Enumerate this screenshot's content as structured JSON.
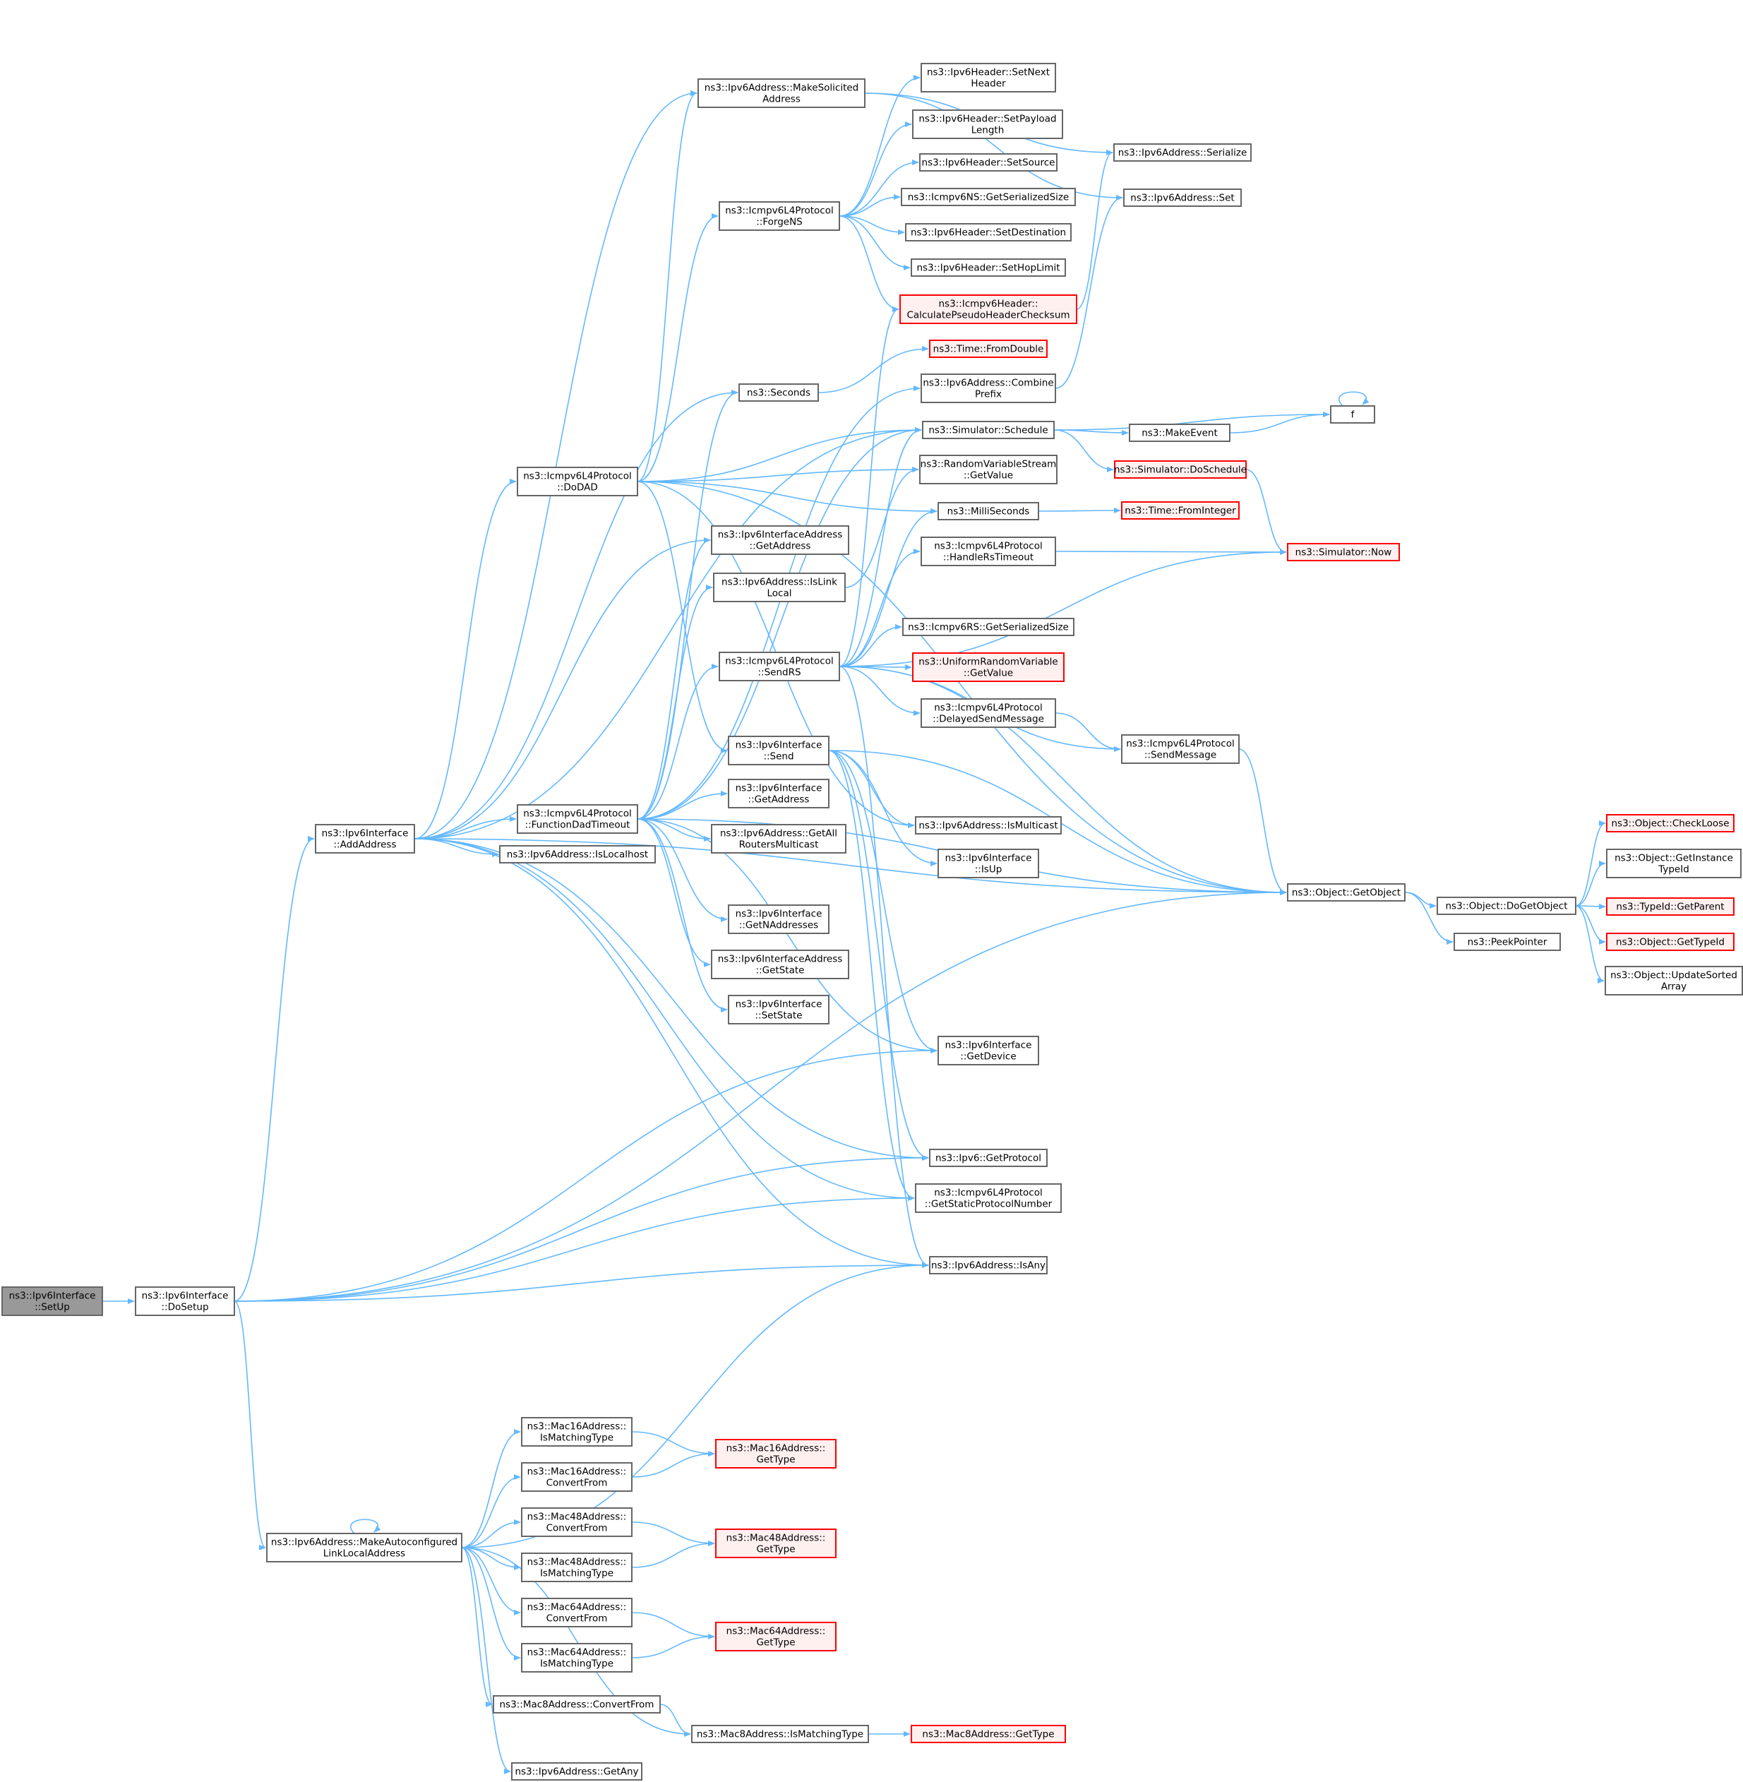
{
  "colors": {
    "edge": "#63b8ff",
    "box_stroke": "#666666",
    "box_fill": "#ffffff",
    "root_fill": "#999999",
    "root_stroke": "#666666",
    "red_stroke": "#ff0000",
    "red_fill": "#fff0f0"
  },
  "nodes": [
    {
      "id": "setup",
      "kind": "root",
      "lines": [
        "ns3::Ipv6Interface",
        "::SetUp"
      ]
    },
    {
      "id": "dosetup",
      "kind": "normal",
      "lines": [
        "ns3::Ipv6Interface",
        "::DoSetup"
      ]
    },
    {
      "id": "addaddress",
      "kind": "normal",
      "lines": [
        "ns3::Ipv6Interface",
        "::AddAddress"
      ]
    },
    {
      "id": "makeautoll",
      "kind": "normal",
      "lines": [
        "ns3::Ipv6Address::MakeAutoconfigured",
        "LinkLocalAddress"
      ]
    },
    {
      "id": "makesolicited",
      "kind": "normal",
      "lines": [
        "ns3::Ipv6Address::MakeSolicited",
        "Address"
      ]
    },
    {
      "id": "seconds",
      "kind": "normal",
      "lines": [
        "ns3::Seconds"
      ]
    },
    {
      "id": "dodad",
      "kind": "normal",
      "lines": [
        "ns3::Icmpv6L4Protocol",
        "::DoDAD"
      ]
    },
    {
      "id": "forgens",
      "kind": "normal",
      "lines": [
        "ns3::Icmpv6L4Protocol",
        "::ForgeNS"
      ]
    },
    {
      "id": "v6ifaddr_getaddr",
      "kind": "normal",
      "lines": [
        "ns3::Ipv6InterfaceAddress",
        "::GetAddress"
      ]
    },
    {
      "id": "islinklocal",
      "kind": "normal",
      "lines": [
        "ns3::Ipv6Address::IsLink",
        "Local"
      ]
    },
    {
      "id": "sendrs",
      "kind": "normal",
      "lines": [
        "ns3::Icmpv6L4Protocol",
        "::SendRS"
      ]
    },
    {
      "id": "v6if_send",
      "kind": "normal",
      "lines": [
        "ns3::Ipv6Interface",
        "::Send"
      ]
    },
    {
      "id": "funcdad",
      "kind": "normal",
      "lines": [
        "ns3::Icmpv6L4Protocol",
        "::FunctionDadTimeout"
      ]
    },
    {
      "id": "islocalhost",
      "kind": "normal",
      "lines": [
        "ns3::Ipv6Address::IsLocalhost"
      ]
    },
    {
      "id": "v6if_getaddr",
      "kind": "normal",
      "lines": [
        "ns3::Ipv6Interface",
        "::GetAddress"
      ]
    },
    {
      "id": "getallrouters",
      "kind": "normal",
      "lines": [
        "ns3::Ipv6Address::GetAll",
        "RoutersMulticast"
      ]
    },
    {
      "id": "getnaddr",
      "kind": "normal",
      "lines": [
        "ns3::Ipv6Interface",
        "::GetNAddresses"
      ]
    },
    {
      "id": "ifaddr_getstate",
      "kind": "normal",
      "lines": [
        "ns3::Ipv6InterfaceAddress",
        "::GetState"
      ]
    },
    {
      "id": "setstate",
      "kind": "normal",
      "lines": [
        "ns3::Ipv6Interface",
        "::SetState"
      ]
    },
    {
      "id": "setnext",
      "kind": "normal",
      "lines": [
        "ns3::Ipv6Header::SetNext",
        "Header"
      ]
    },
    {
      "id": "setpayload",
      "kind": "normal",
      "lines": [
        "ns3::Ipv6Header::SetPayload",
        "Length"
      ]
    },
    {
      "id": "setsource",
      "kind": "normal",
      "lines": [
        "ns3::Ipv6Header::SetSource"
      ]
    },
    {
      "id": "ns_getsize",
      "kind": "normal",
      "lines": [
        "ns3::Icmpv6NS::GetSerializedSize"
      ]
    },
    {
      "id": "setdest",
      "kind": "normal",
      "lines": [
        "ns3::Ipv6Header::SetDestination"
      ]
    },
    {
      "id": "sethoplimit",
      "kind": "normal",
      "lines": [
        "ns3::Ipv6Header::SetHopLimit"
      ]
    },
    {
      "id": "calcpseudo",
      "kind": "red",
      "lines": [
        "ns3::Icmpv6Header::",
        "CalculatePseudoHeaderChecksum"
      ]
    },
    {
      "id": "fromdouble",
      "kind": "red",
      "lines": [
        "ns3::Time::FromDouble"
      ]
    },
    {
      "id": "combineprefix",
      "kind": "normal",
      "lines": [
        "ns3::Ipv6Address::Combine",
        "Prefix"
      ]
    },
    {
      "id": "schedule",
      "kind": "normal",
      "lines": [
        "ns3::Simulator::Schedule"
      ]
    },
    {
      "id": "rvs_getvalue",
      "kind": "normal",
      "lines": [
        "ns3::RandomVariableStream",
        "::GetValue"
      ]
    },
    {
      "id": "milliseconds",
      "kind": "normal",
      "lines": [
        "ns3::MilliSeconds"
      ]
    },
    {
      "id": "handlerstimeout",
      "kind": "normal",
      "lines": [
        "ns3::Icmpv6L4Protocol",
        "::HandleRsTimeout"
      ]
    },
    {
      "id": "rs_getsize",
      "kind": "normal",
      "lines": [
        "ns3::Icmpv6RS::GetSerializedSize"
      ]
    },
    {
      "id": "urv_getvalue",
      "kind": "red",
      "lines": [
        "ns3::UniformRandomVariable",
        "::GetValue"
      ]
    },
    {
      "id": "delayedsend",
      "kind": "normal",
      "lines": [
        "ns3::Icmpv6L4Protocol",
        "::DelayedSendMessage"
      ]
    },
    {
      "id": "ismulticast",
      "kind": "normal",
      "lines": [
        "ns3::Ipv6Address::IsMulticast"
      ]
    },
    {
      "id": "isup",
      "kind": "normal",
      "lines": [
        "ns3::Ipv6Interface",
        "::IsUp"
      ]
    },
    {
      "id": "getdevice",
      "kind": "normal",
      "lines": [
        "ns3::Ipv6Interface",
        "::GetDevice"
      ]
    },
    {
      "id": "getprotocol",
      "kind": "normal",
      "lines": [
        "ns3::Ipv6::GetProtocol"
      ]
    },
    {
      "id": "getstaticproto",
      "kind": "normal",
      "lines": [
        "ns3::Icmpv6L4Protocol",
        "::GetStaticProtocolNumber"
      ]
    },
    {
      "id": "isany",
      "kind": "normal",
      "lines": [
        "ns3::Ipv6Address::IsAny"
      ]
    },
    {
      "id": "serialize",
      "kind": "normal",
      "lines": [
        "ns3::Ipv6Address::Serialize"
      ]
    },
    {
      "id": "set",
      "kind": "normal",
      "lines": [
        "ns3::Ipv6Address::Set"
      ]
    },
    {
      "id": "f",
      "kind": "normal",
      "lines": [
        "f"
      ]
    },
    {
      "id": "makeevent",
      "kind": "normal",
      "lines": [
        "ns3::MakeEvent"
      ]
    },
    {
      "id": "doschedule",
      "kind": "red",
      "lines": [
        "ns3::Simulator::DoSchedule"
      ]
    },
    {
      "id": "frominteger",
      "kind": "red",
      "lines": [
        "ns3::Time::FromInteger"
      ]
    },
    {
      "id": "now",
      "kind": "red",
      "lines": [
        "ns3::Simulator::Now"
      ]
    },
    {
      "id": "sendmessage",
      "kind": "normal",
      "lines": [
        "ns3::Icmpv6L4Protocol",
        "::SendMessage"
      ]
    },
    {
      "id": "getobject",
      "kind": "normal",
      "lines": [
        "ns3::Object::GetObject"
      ]
    },
    {
      "id": "dogetobject",
      "kind": "normal",
      "lines": [
        "ns3::Object::DoGetObject"
      ]
    },
    {
      "id": "peekpointer",
      "kind": "normal",
      "lines": [
        "ns3::PeekPointer"
      ]
    },
    {
      "id": "checkloose",
      "kind": "red",
      "lines": [
        "ns3::Object::CheckLoose"
      ]
    },
    {
      "id": "getinstancetypeid",
      "kind": "normal",
      "lines": [
        "ns3::Object::GetInstance",
        "TypeId"
      ]
    },
    {
      "id": "getparent",
      "kind": "red",
      "lines": [
        "ns3::TypeId::GetParent"
      ]
    },
    {
      "id": "gettypeid",
      "kind": "red",
      "lines": [
        "ns3::Object::GetTypeId"
      ]
    },
    {
      "id": "updatesorted",
      "kind": "normal",
      "lines": [
        "ns3::Object::UpdateSorted",
        "Array"
      ]
    },
    {
      "id": "mac16_ismatch",
      "kind": "normal",
      "lines": [
        "ns3::Mac16Address::",
        "IsMatchingType"
      ]
    },
    {
      "id": "mac16_convert",
      "kind": "normal",
      "lines": [
        "ns3::Mac16Address::",
        "ConvertFrom"
      ]
    },
    {
      "id": "mac48_convert",
      "kind": "normal",
      "lines": [
        "ns3::Mac48Address::",
        "ConvertFrom"
      ]
    },
    {
      "id": "mac48_ismatch",
      "kind": "normal",
      "lines": [
        "ns3::Mac48Address::",
        "IsMatchingType"
      ]
    },
    {
      "id": "mac64_convert",
      "kind": "normal",
      "lines": [
        "ns3::Mac64Address::",
        "ConvertFrom"
      ]
    },
    {
      "id": "mac64_ismatch",
      "kind": "normal",
      "lines": [
        "ns3::Mac64Address::",
        "IsMatchingType"
      ]
    },
    {
      "id": "mac8_convert",
      "kind": "normal",
      "lines": [
        "ns3::Mac8Address::ConvertFrom"
      ]
    },
    {
      "id": "mac8_ismatch",
      "kind": "normal",
      "lines": [
        "ns3::Mac8Address::IsMatchingType"
      ]
    },
    {
      "id": "getany",
      "kind": "normal",
      "lines": [
        "ns3::Ipv6Address::GetAny"
      ]
    },
    {
      "id": "mac16_gettype",
      "kind": "red",
      "lines": [
        "ns3::Mac16Address::",
        "GetType"
      ]
    },
    {
      "id": "mac48_gettype",
      "kind": "red",
      "lines": [
        "ns3::Mac48Address::",
        "GetType"
      ]
    },
    {
      "id": "mac64_gettype",
      "kind": "red",
      "lines": [
        "ns3::Mac64Address::",
        "GetType"
      ]
    },
    {
      "id": "mac8_gettype",
      "kind": "red",
      "lines": [
        "ns3::Mac8Address::GetType"
      ]
    }
  ],
  "edges": [
    [
      "setup",
      "dosetup"
    ],
    [
      "dosetup",
      "addaddress"
    ],
    [
      "dosetup",
      "makeautoll"
    ],
    [
      "dosetup",
      "getdevice"
    ],
    [
      "dosetup",
      "getprotocol"
    ],
    [
      "dosetup",
      "getstaticproto"
    ],
    [
      "dosetup",
      "isany"
    ],
    [
      "dosetup",
      "getobject"
    ],
    [
      "addaddress",
      "makesolicited"
    ],
    [
      "addaddress",
      "seconds"
    ],
    [
      "addaddress",
      "schedule"
    ],
    [
      "addaddress",
      "dodad"
    ],
    [
      "addaddress",
      "v6ifaddr_getaddr"
    ],
    [
      "addaddress",
      "funcdad"
    ],
    [
      "addaddress",
      "islocalhost"
    ],
    [
      "addaddress",
      "getprotocol"
    ],
    [
      "addaddress",
      "getstaticproto"
    ],
    [
      "addaddress",
      "isany"
    ],
    [
      "addaddress",
      "getobject"
    ],
    [
      "dodad",
      "makesolicited"
    ],
    [
      "dodad",
      "forgens"
    ],
    [
      "dodad",
      "schedule"
    ],
    [
      "dodad",
      "rvs_getvalue"
    ],
    [
      "dodad",
      "milliseconds"
    ],
    [
      "dodad",
      "v6if_send"
    ],
    [
      "dodad",
      "getobject"
    ],
    [
      "dodad",
      "ismulticast"
    ],
    [
      "funcdad",
      "seconds"
    ],
    [
      "funcdad",
      "v6ifaddr_getaddr"
    ],
    [
      "funcdad",
      "islinklocal"
    ],
    [
      "funcdad",
      "sendrs"
    ],
    [
      "funcdad",
      "v6if_getaddr"
    ],
    [
      "funcdad",
      "getallrouters"
    ],
    [
      "funcdad",
      "getnaddr"
    ],
    [
      "funcdad",
      "ifaddr_getstate"
    ],
    [
      "funcdad",
      "setstate"
    ],
    [
      "funcdad",
      "getdevice"
    ],
    [
      "funcdad",
      "getobject"
    ],
    [
      "funcdad",
      "schedule"
    ],
    [
      "funcdad",
      "combineprefix"
    ],
    [
      "makesolicited",
      "serialize"
    ],
    [
      "makesolicited",
      "set"
    ],
    [
      "seconds",
      "fromdouble"
    ],
    [
      "forgens",
      "setnext"
    ],
    [
      "forgens",
      "setpayload"
    ],
    [
      "forgens",
      "setsource"
    ],
    [
      "forgens",
      "ns_getsize"
    ],
    [
      "forgens",
      "setdest"
    ],
    [
      "forgens",
      "sethoplimit"
    ],
    [
      "forgens",
      "calcpseudo"
    ],
    [
      "calcpseudo",
      "serialize"
    ],
    [
      "combineprefix",
      "set"
    ],
    [
      "schedule",
      "f"
    ],
    [
      "schedule",
      "makeevent"
    ],
    [
      "schedule",
      "doschedule"
    ],
    [
      "makeevent",
      "f"
    ],
    [
      "f",
      "f"
    ],
    [
      "milliseconds",
      "frominteger"
    ],
    [
      "doschedule",
      "now"
    ],
    [
      "handlerstimeout",
      "now"
    ],
    [
      "islinklocal",
      "rvs_getvalue"
    ],
    [
      "sendrs",
      "calcpseudo"
    ],
    [
      "sendrs",
      "schedule"
    ],
    [
      "sendrs",
      "milliseconds"
    ],
    [
      "sendrs",
      "handlerstimeout"
    ],
    [
      "sendrs",
      "now"
    ],
    [
      "sendrs",
      "rs_getsize"
    ],
    [
      "sendrs",
      "urv_getvalue"
    ],
    [
      "sendrs",
      "delayedsend"
    ],
    [
      "sendrs",
      "sendmessage"
    ],
    [
      "sendrs",
      "getobject"
    ],
    [
      "sendrs",
      "isany"
    ],
    [
      "delayedsend",
      "sendmessage"
    ],
    [
      "sendmessage",
      "getobject"
    ],
    [
      "v6if_send",
      "ismulticast"
    ],
    [
      "v6if_send",
      "isup"
    ],
    [
      "v6if_send",
      "getdevice"
    ],
    [
      "v6if_send",
      "getprotocol"
    ],
    [
      "v6if_send",
      "getstaticproto"
    ],
    [
      "v6if_send",
      "getobject"
    ],
    [
      "getobject",
      "dogetobject"
    ],
    [
      "getobject",
      "peekpointer"
    ],
    [
      "dogetobject",
      "checkloose"
    ],
    [
      "dogetobject",
      "getinstancetypeid"
    ],
    [
      "dogetobject",
      "getparent"
    ],
    [
      "dogetobject",
      "gettypeid"
    ],
    [
      "dogetobject",
      "updatesorted"
    ],
    [
      "makeautoll",
      "makeautoll"
    ],
    [
      "makeautoll",
      "mac16_ismatch"
    ],
    [
      "makeautoll",
      "mac16_convert"
    ],
    [
      "makeautoll",
      "mac48_convert"
    ],
    [
      "makeautoll",
      "mac48_ismatch"
    ],
    [
      "makeautoll",
      "mac64_convert"
    ],
    [
      "makeautoll",
      "mac64_ismatch"
    ],
    [
      "makeautoll",
      "mac8_convert"
    ],
    [
      "makeautoll",
      "mac8_ismatch"
    ],
    [
      "makeautoll",
      "getany"
    ],
    [
      "makeautoll",
      "isany"
    ],
    [
      "mac16_ismatch",
      "mac16_gettype"
    ],
    [
      "mac16_convert",
      "mac16_gettype"
    ],
    [
      "mac48_convert",
      "mac48_gettype"
    ],
    [
      "mac48_ismatch",
      "mac48_gettype"
    ],
    [
      "mac64_convert",
      "mac64_gettype"
    ],
    [
      "mac64_ismatch",
      "mac64_gettype"
    ],
    [
      "mac8_convert",
      "mac8_ismatch"
    ],
    [
      "mac8_ismatch",
      "mac8_gettype"
    ]
  ]
}
